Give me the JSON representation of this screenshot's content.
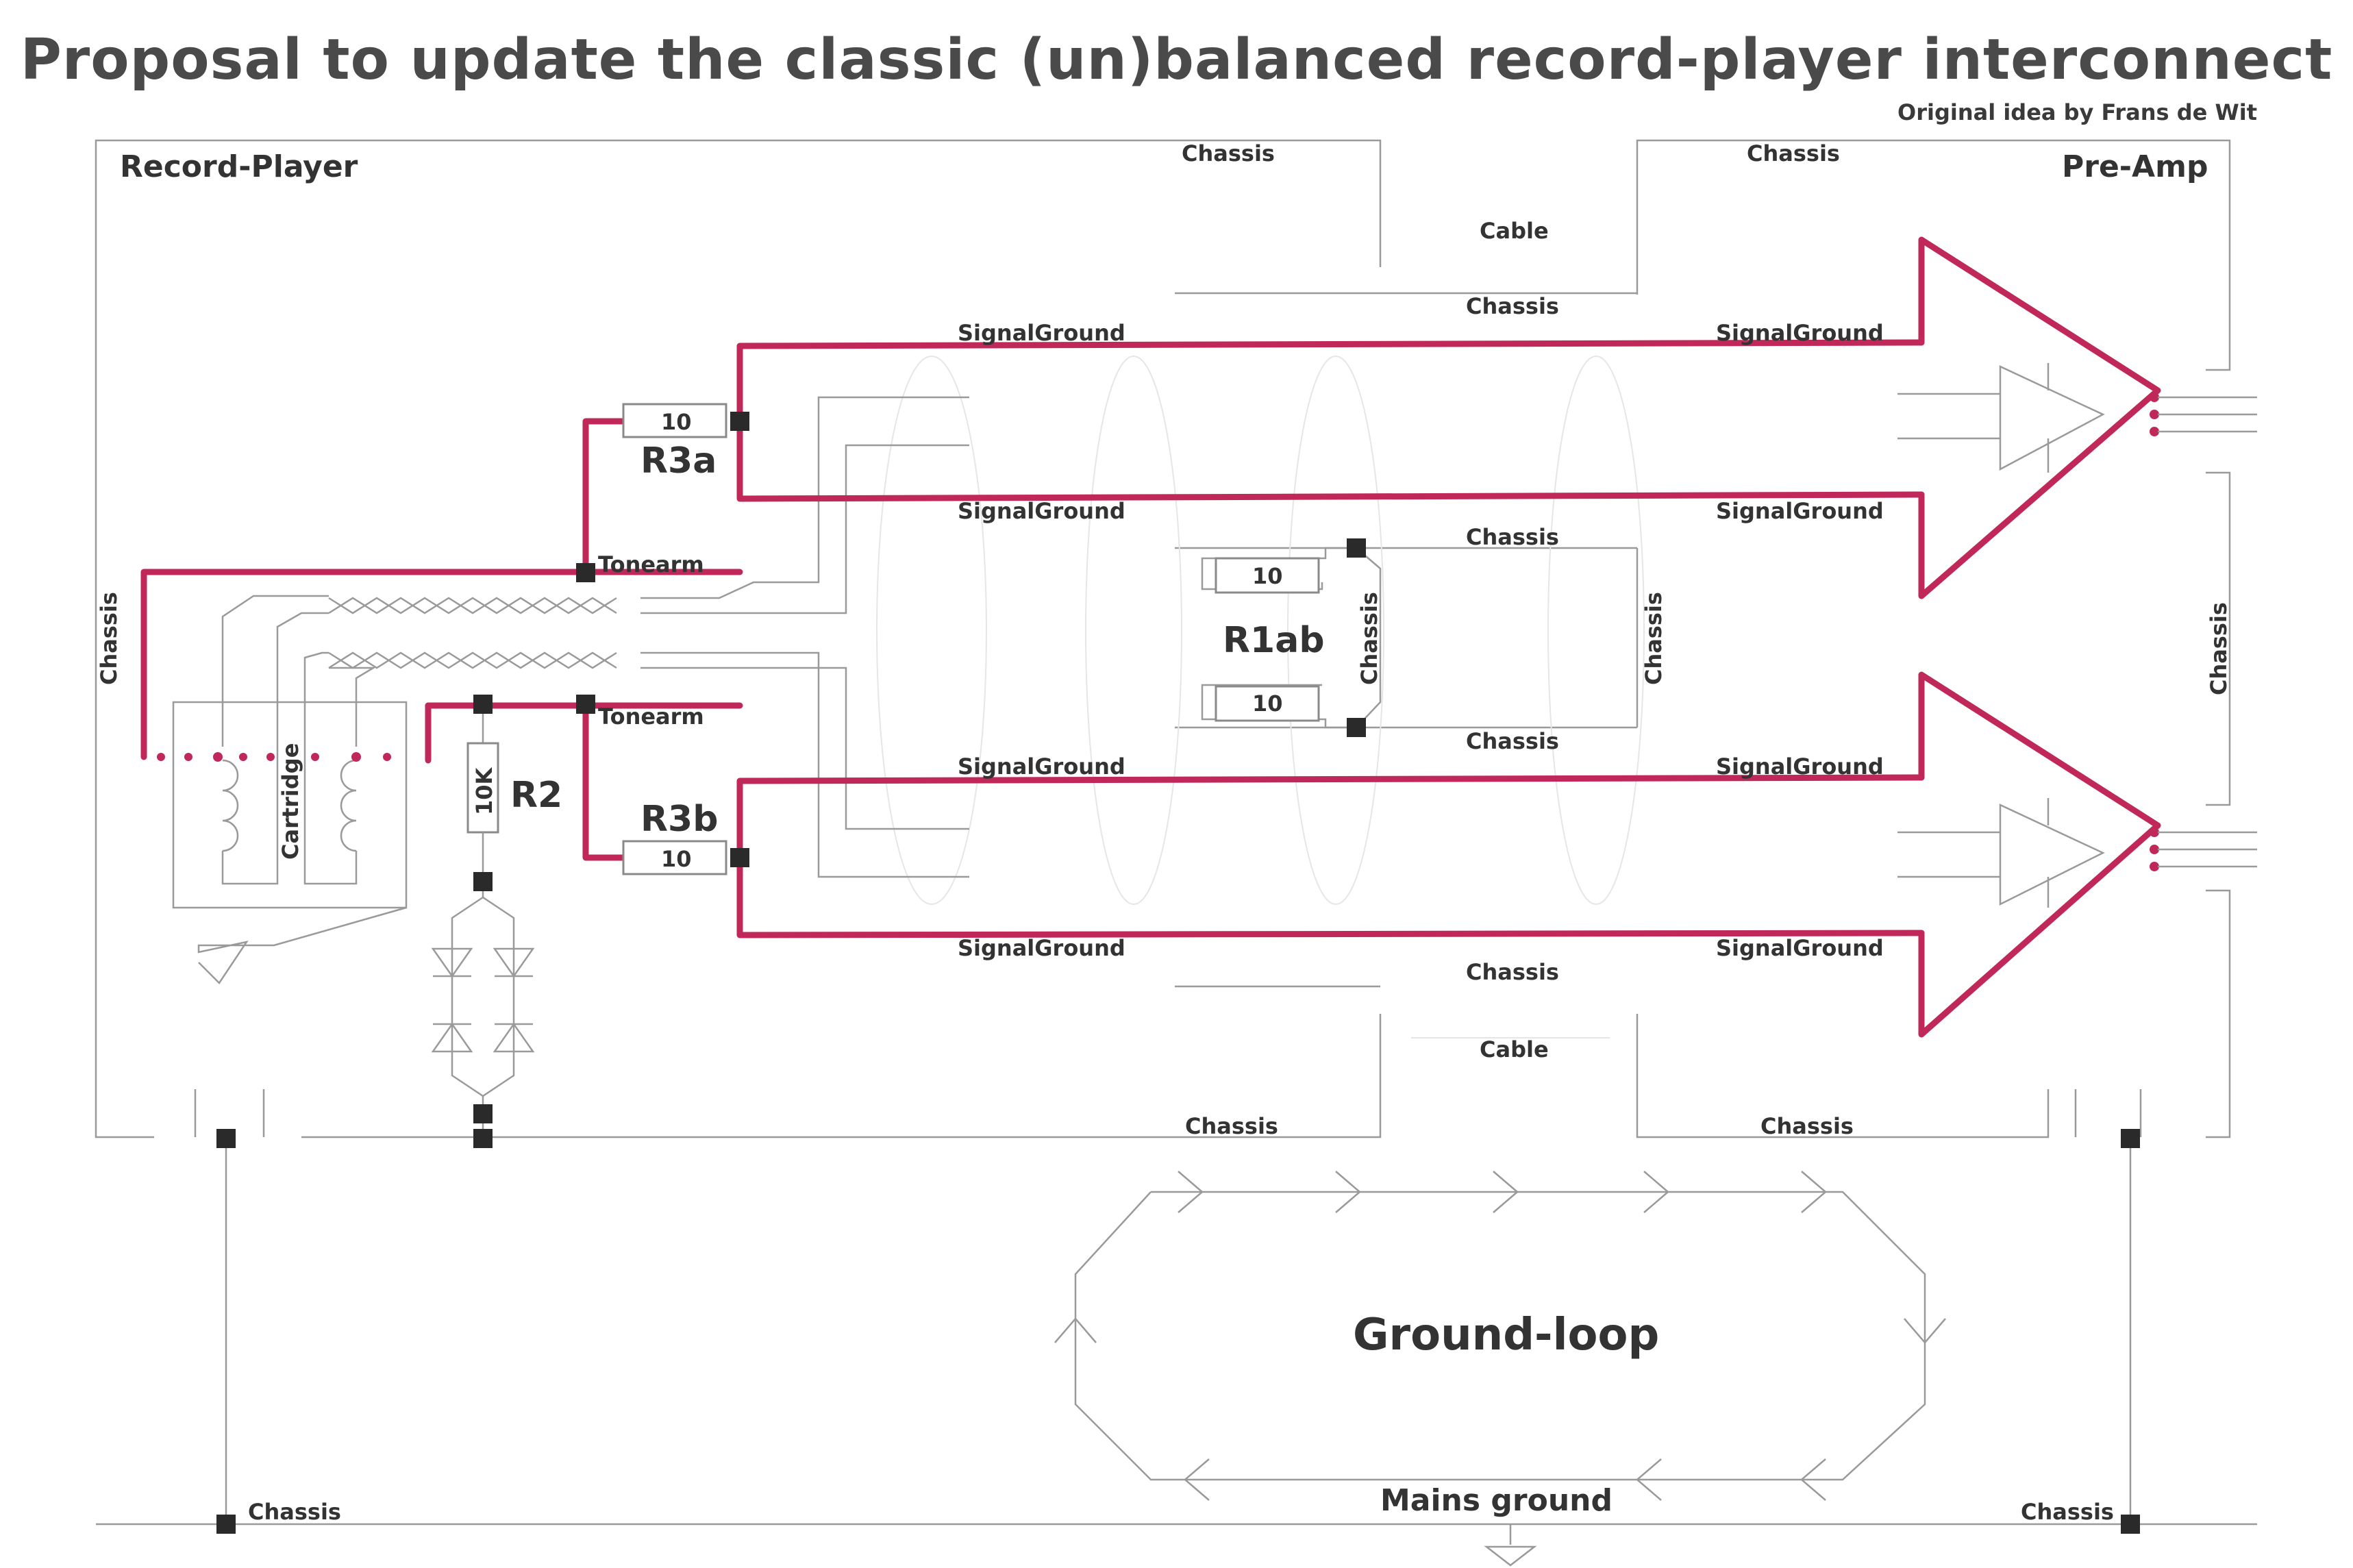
{
  "title": "Proposal to update the classic (un)balanced record-player interconnect",
  "credit": "Original idea by Frans de Wit",
  "blocks": {
    "record_player": "Record-Player",
    "pre_amp": "Pre-Amp",
    "cartridge": "Cartridge",
    "ground_loop": "Ground-loop",
    "mains_ground": "Mains ground"
  },
  "labels": {
    "chassis": "Chassis",
    "cable": "Cable",
    "signal_ground": "SignalGround",
    "tonearm": "Tonearm"
  },
  "resistors": {
    "r3a_name": "R3a",
    "r3a_value": "10",
    "r3b_name": "R3b",
    "r3b_value": "10",
    "r2_name": "R2",
    "r2_value": "10K",
    "r1ab_name": "R1ab",
    "r1a_value": "10",
    "r1b_value": "10"
  },
  "colors": {
    "signal_trace": "#c0285a",
    "wire": "#9a9a9a",
    "node": "#2a2a2a"
  }
}
